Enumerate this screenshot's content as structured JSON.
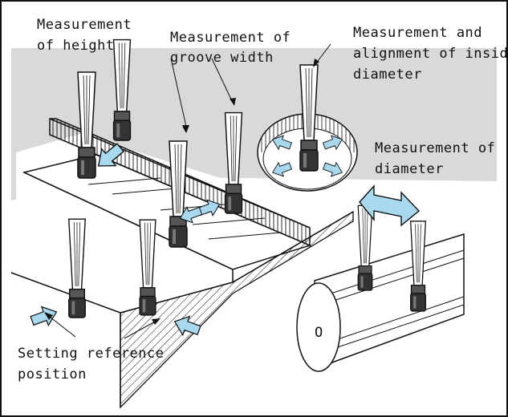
{
  "labels": {
    "height": [
      "Measurement",
      "of height"
    ],
    "groove": [
      "Measurement of",
      "groove width"
    ],
    "inside": [
      "Measurement and",
      "alignment of inside",
      "diameter"
    ],
    "diameter": [
      "Measurement of",
      "diameter"
    ],
    "reference": [
      "Setting reference",
      "position"
    ],
    "center_mark": "O"
  },
  "colors": {
    "arrow_fill": "#a8d8ee",
    "background_gray": "#d9d9d9",
    "outline": "#111111",
    "face_white": "#ffffff"
  },
  "icons": [
    "probe-icon",
    "direction-arrow-icon",
    "double-arrow-icon"
  ]
}
